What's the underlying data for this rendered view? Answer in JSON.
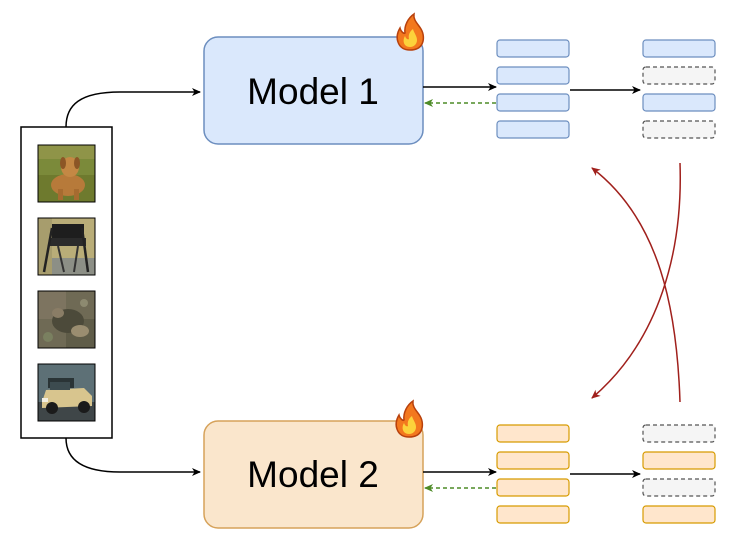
{
  "models": [
    {
      "label": "Model 1",
      "fill": "#dae8fc",
      "stroke": "#6c8ebf",
      "feature_fill": "#dae8fc",
      "feature_stroke": "#6c8ebf",
      "badge_icon": "fire-icon",
      "selection": [
        true,
        false,
        true,
        false
      ]
    },
    {
      "label": "Model 2",
      "fill": "#fae6cc",
      "stroke": "#d6a25a",
      "feature_fill": "#ffe6cc",
      "feature_stroke": "#d79b00",
      "badge_icon": "fire-icon",
      "selection": [
        false,
        true,
        false,
        true
      ]
    }
  ],
  "input_batch": {
    "images": [
      {
        "icon": "dog-image"
      },
      {
        "icon": "chair-image"
      },
      {
        "icon": "frog-image"
      },
      {
        "icon": "car-image"
      }
    ]
  },
  "colors": {
    "forward_arrow": "#000000",
    "backward_arrow": "#4d8b27",
    "cross_arrow": "#a0201c",
    "masked_fill": "#f5f5f5",
    "masked_stroke": "#555555"
  }
}
